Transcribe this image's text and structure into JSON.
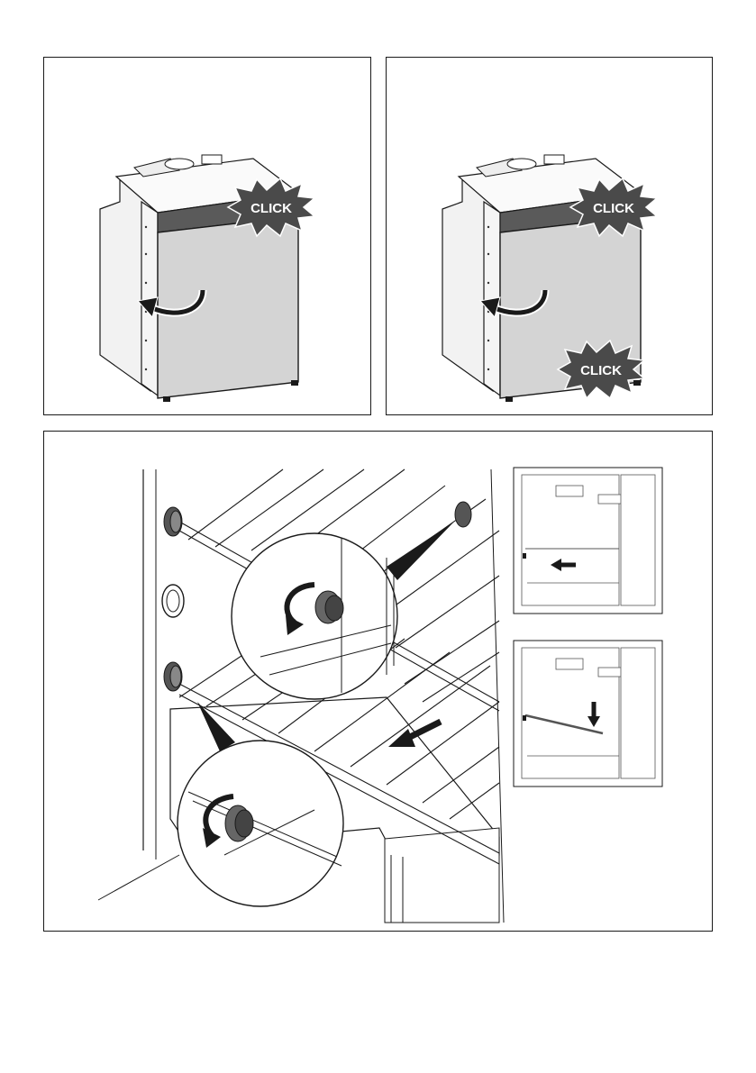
{
  "panels": {
    "door_top_click": {
      "burst_labels": [
        "CLICK"
      ]
    },
    "door_top_bottom_click": {
      "burst_labels": [
        "CLICK",
        "CLICK"
      ]
    },
    "shelf_removal": {}
  },
  "colors": {
    "door_fill": "#d4d4d4",
    "cabinet_fill": "#f4f4f4",
    "burst_fill": "#4a4a4a",
    "line": "#1a1a1a",
    "arrow": "#1a1a1a"
  },
  "icons": [
    "rotate-arrow-icon",
    "slide-arrow-icon",
    "down-arrow-icon"
  ]
}
